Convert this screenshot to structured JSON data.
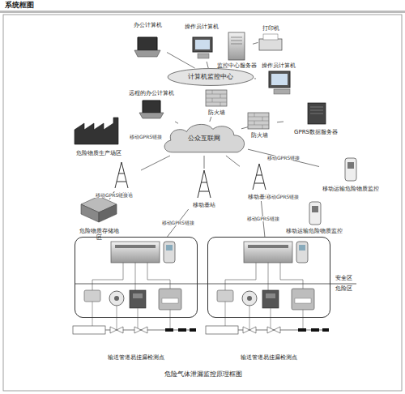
{
  "diagram": {
    "title": "系统框图",
    "caption": "危险气体泄漏监控原理框图",
    "nodes": [
      {
        "text": [
          "计算机监控中心"
        ]
      },
      {
        "text": [
          "办公计算机"
        ]
      },
      {
        "text": [
          "操作员计算机"
        ]
      },
      {
        "text": [
          "监控中心服务器"
        ]
      },
      {
        "text": [
          "打印机"
        ]
      },
      {
        "text": [
          "操作员计算机"
        ]
      },
      {
        "text": [
          "远程的办公计算机"
        ]
      },
      {
        "text": [
          "防火墙"
        ]
      },
      {
        "text": [
          "公众互联网"
        ]
      },
      {
        "text": [
          "防火墙"
        ]
      },
      {
        "text": [
          "GPRS数据服务器"
        ]
      },
      {
        "text": [
          "危险物质生产场区"
        ]
      },
      {
        "text": [
          "移动基站"
        ]
      },
      {
        "text": [
          "危险物质存储地区"
        ]
      },
      {
        "text": [
          "移动基站"
        ]
      },
      {
        "text": [
          "移动基站"
        ]
      },
      {
        "text": [
          "移动运输危险物质监控"
        ]
      },
      {
        "text": [
          "移动运输危险物质监控"
        ]
      },
      {
        "text": [
          "输送管道易挂漏检测点"
        ]
      },
      {
        "text": [
          "输送管道易挂漏检测点"
        ]
      }
    ],
    "edges": [
      {
        "from": 1,
        "to": 0,
        "arrow": "none"
      },
      {
        "from": 2,
        "to": 0,
        "arrow": "none"
      },
      {
        "from": 3,
        "to": 0,
        "arrow": "none"
      },
      {
        "from": 4,
        "to": 3,
        "arrow": "none"
      },
      {
        "from": 5,
        "to": 0,
        "arrow": "none"
      },
      {
        "from": 0,
        "to": 7,
        "arrow": "none"
      },
      {
        "from": 7,
        "to": 8,
        "arrow": "none"
      },
      {
        "from": 6,
        "to": 8,
        "arrow": "none"
      },
      {
        "from": 8,
        "to": 9,
        "arrow": "none"
      },
      {
        "from": 9,
        "to": 10,
        "arrow": "none"
      },
      {
        "from": 11,
        "to": 8,
        "label": "移动GPRS链接",
        "arrow": "none"
      },
      {
        "from": 12,
        "to": 8,
        "arrow": "none"
      },
      {
        "from": 12,
        "to": 13,
        "label": "移动GPRS链接",
        "arrow": "none"
      },
      {
        "from": 14,
        "to": 8,
        "arrow": "none"
      },
      {
        "from": 14,
        "to": 18,
        "label": "移动GPRS链接",
        "arrow": "none"
      },
      {
        "from": 15,
        "to": 8,
        "arrow": "none"
      },
      {
        "from": 15,
        "to": 19,
        "label": "移动GPRS链接",
        "arrow": "none"
      },
      {
        "from": 8,
        "to": 16,
        "label": "移动GPRS链接",
        "arrow": "none"
      },
      {
        "from": 15,
        "to": 17,
        "label": "移动GPRS链接",
        "arrow": "none"
      }
    ],
    "labels": [
      "安全区",
      "危险区"
    ]
  }
}
